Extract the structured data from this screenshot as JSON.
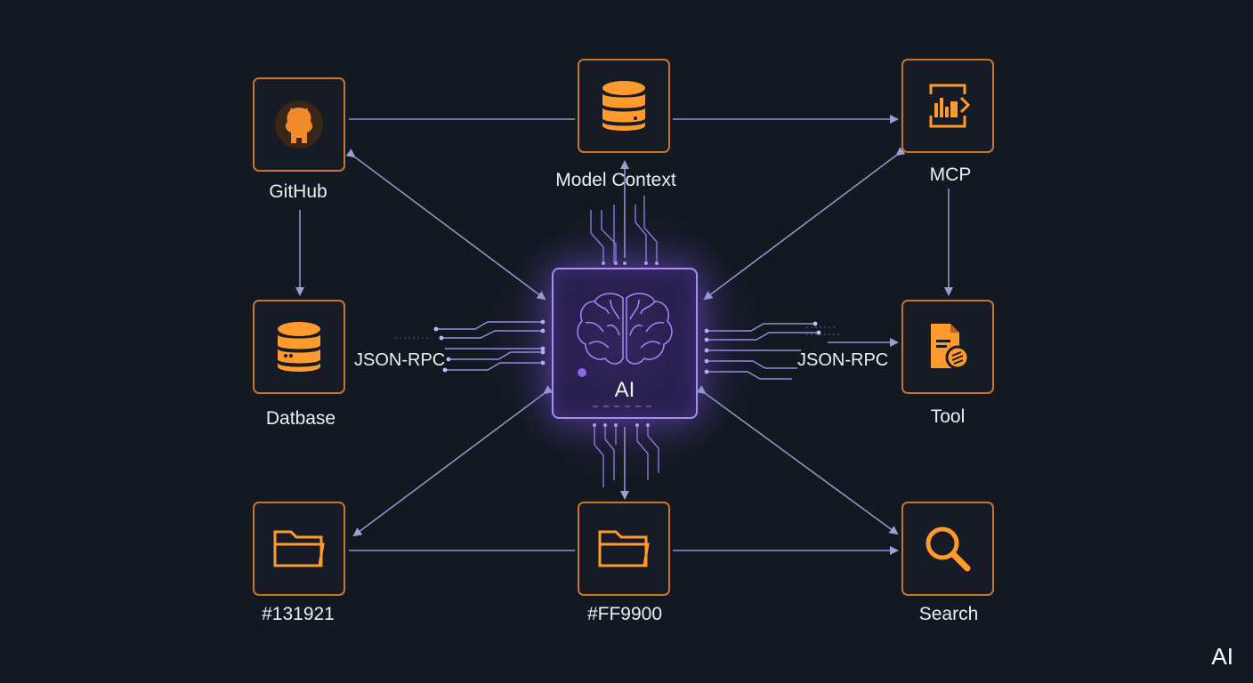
{
  "diagram": {
    "center": {
      "label": "AI",
      "icon": "brain-icon"
    },
    "nodes": {
      "github": {
        "label": "GitHub",
        "icon": "github-octocat-icon"
      },
      "model_context": {
        "label": "Model Context",
        "icon": "database-icon"
      },
      "mcp": {
        "label": "MCP",
        "icon": "document-chart-icon"
      },
      "database": {
        "label": "Datbase",
        "icon": "database-icon"
      },
      "tool": {
        "label": "Tool",
        "icon": "file-tool-icon"
      },
      "folder_left": {
        "label": "#131921",
        "icon": "folder-icon"
      },
      "folder_center": {
        "label": "#FF9900",
        "icon": "folder-icon"
      },
      "search": {
        "label": "Search",
        "icon": "search-icon"
      }
    },
    "connector_labels": {
      "left": "JSON-RPC",
      "right": "JSON-RPC"
    },
    "corner_mark": "AI"
  },
  "colors": {
    "background": "#131921",
    "accent": "#FF9900",
    "node_border": "#c9742b",
    "arrow": "#8f95c8",
    "core_border": "#a88ef0"
  }
}
